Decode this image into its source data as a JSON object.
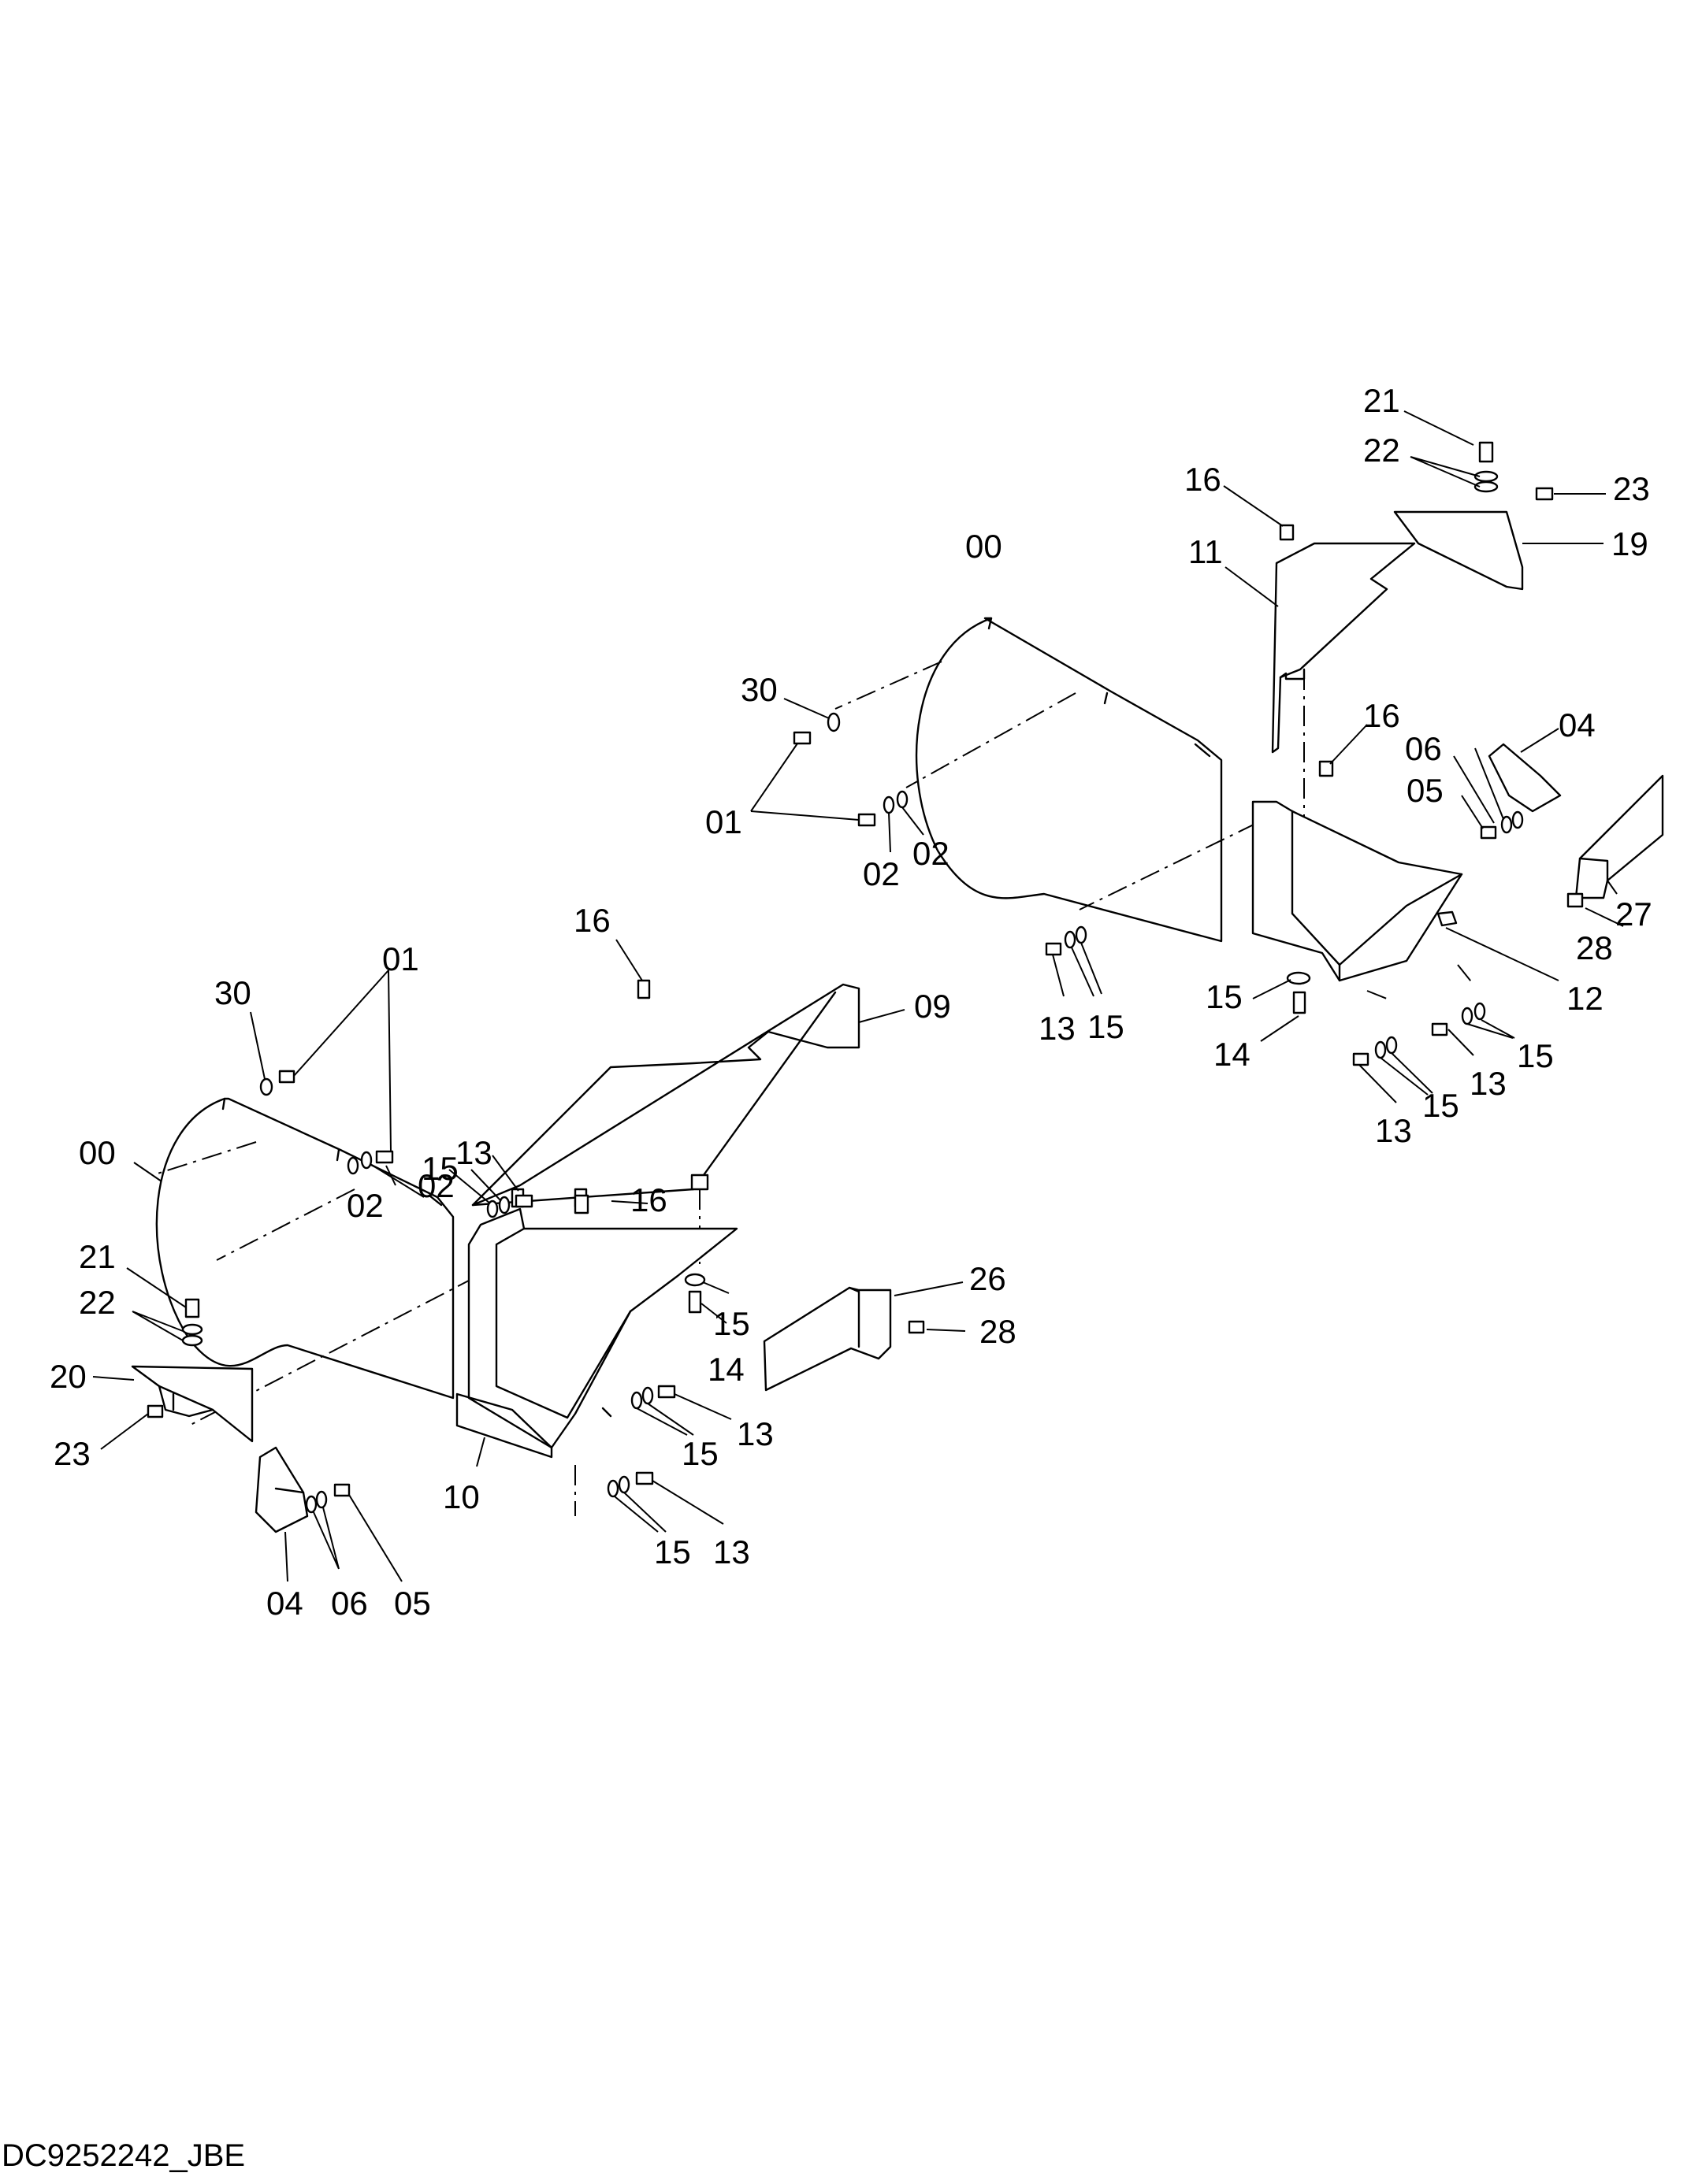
{
  "drawing_code": "DC9252242_JBE",
  "callouts": {
    "r21": "21",
    "r22": "22",
    "r23": "23",
    "r19": "19",
    "r16a": "16",
    "r11": "11",
    "r00": "00",
    "r30": "30",
    "r01": "01",
    "r02a": "02",
    "r02b": "02",
    "r16b": "16",
    "r06": "06",
    "r04": "04",
    "r05": "05",
    "r27": "27",
    "r28": "28",
    "r12": "12",
    "r15a": "15",
    "r14": "14",
    "r13a": "13",
    "r15b": "15",
    "r13b": "13",
    "r15c": "15",
    "r13c": "13",
    "r15d": "15",
    "l16a": "16",
    "l09": "09",
    "l01": "01",
    "l30": "30",
    "l02a": "02",
    "l02b": "02",
    "l00": "00",
    "l13a": "13",
    "l15a": "15",
    "l16b": "16",
    "l15b": "15",
    "l14": "14",
    "l26": "26",
    "l28": "28",
    "l21": "21",
    "l22": "22",
    "l20": "20",
    "l23": "23",
    "l15c": "15",
    "l13b": "13",
    "l10": "10",
    "l15d": "15",
    "l13c": "13",
    "l04": "04",
    "l06": "06",
    "l05": "05"
  }
}
